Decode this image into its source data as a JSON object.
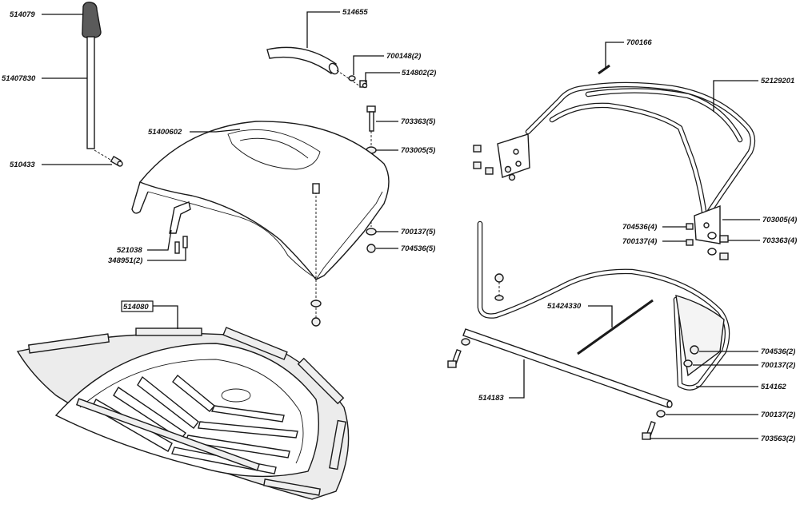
{
  "diagram": {
    "type": "exploded-parts-diagram",
    "labels": {
      "l514079": "514079",
      "l51407830": "51407830",
      "l510433": "510433",
      "l514655": "514655",
      "l700148": "700148(2)",
      "l514802": "514802(2)",
      "l703363_5": "703363(5)",
      "l703005_5": "703005(5)",
      "l51400602": "51400602",
      "l700137_5": "700137(5)",
      "l704536_5": "704536(5)",
      "l521038": "521038",
      "l348951": "348951(2)",
      "l514080": "514080",
      "l700166": "700166",
      "l52129201": "52129201",
      "l704536_4": "704536(4)",
      "l700137_4": "700137(4)",
      "l703005_4": "703005(4)",
      "l703363_4": "703363(4)",
      "l51424330": "51424330",
      "l704536_2": "704536(2)",
      "l700137_2a": "700137(2)",
      "l514162": "514162",
      "l514183": "514183",
      "l700137_2b": "700137(2)",
      "l703563": "703563(2)"
    }
  }
}
